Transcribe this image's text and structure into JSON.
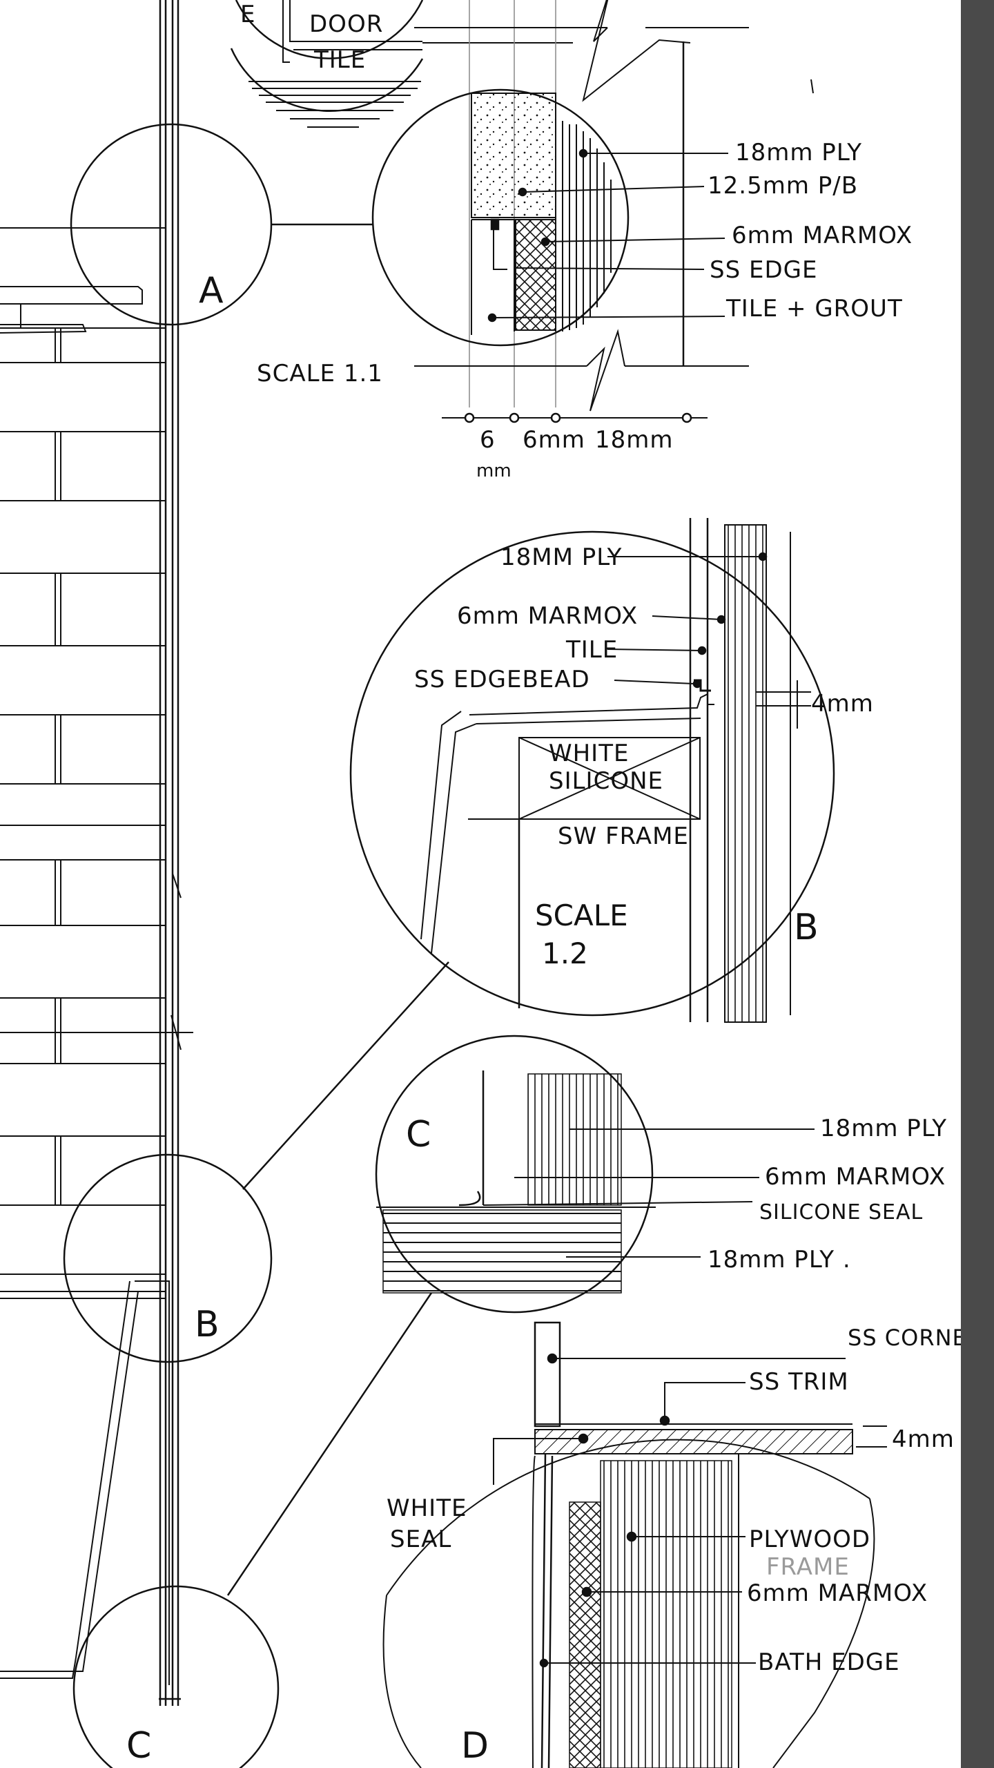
{
  "detail_top": {
    "door": "DOOR",
    "tile": "TILE",
    "corner": "E"
  },
  "detail_a": {
    "letter": "A",
    "labels": [
      "18mm PLY",
      "12.5mm P/B",
      "6mm MARMOX",
      "SS EDGE",
      "TILE + GROUT"
    ],
    "scale": "SCALE 1.1",
    "dims": [
      "6",
      "mm",
      "6mm",
      "18mm"
    ]
  },
  "detail_b": {
    "letter": "B",
    "labels": [
      "18MM PLY",
      "6mm MARMOX",
      "TILE",
      "SS EDGEBEAD",
      "4mm"
    ],
    "silicone": [
      "WHITE",
      "SILICONE"
    ],
    "frame": "SW FRAME",
    "scale": [
      "SCALE",
      "1.2"
    ]
  },
  "detail_c": {
    "letter": "C",
    "labels": [
      "18mm PLY",
      "6mm MARMOX",
      "SILICONE SEAL",
      "18mm PLY ."
    ]
  },
  "detail_d": {
    "letter": "D",
    "labels": [
      "SS CORNER",
      "SS TRIM",
      "4mm"
    ],
    "seal": [
      "WHITE",
      "SEAL"
    ],
    "right_labels": [
      "PLYWOOD",
      "6mm MARMOX",
      "BATH EDGE"
    ],
    "faint": "FRAME"
  },
  "callouts": {
    "a": "A",
    "b": "B",
    "c": "C"
  }
}
